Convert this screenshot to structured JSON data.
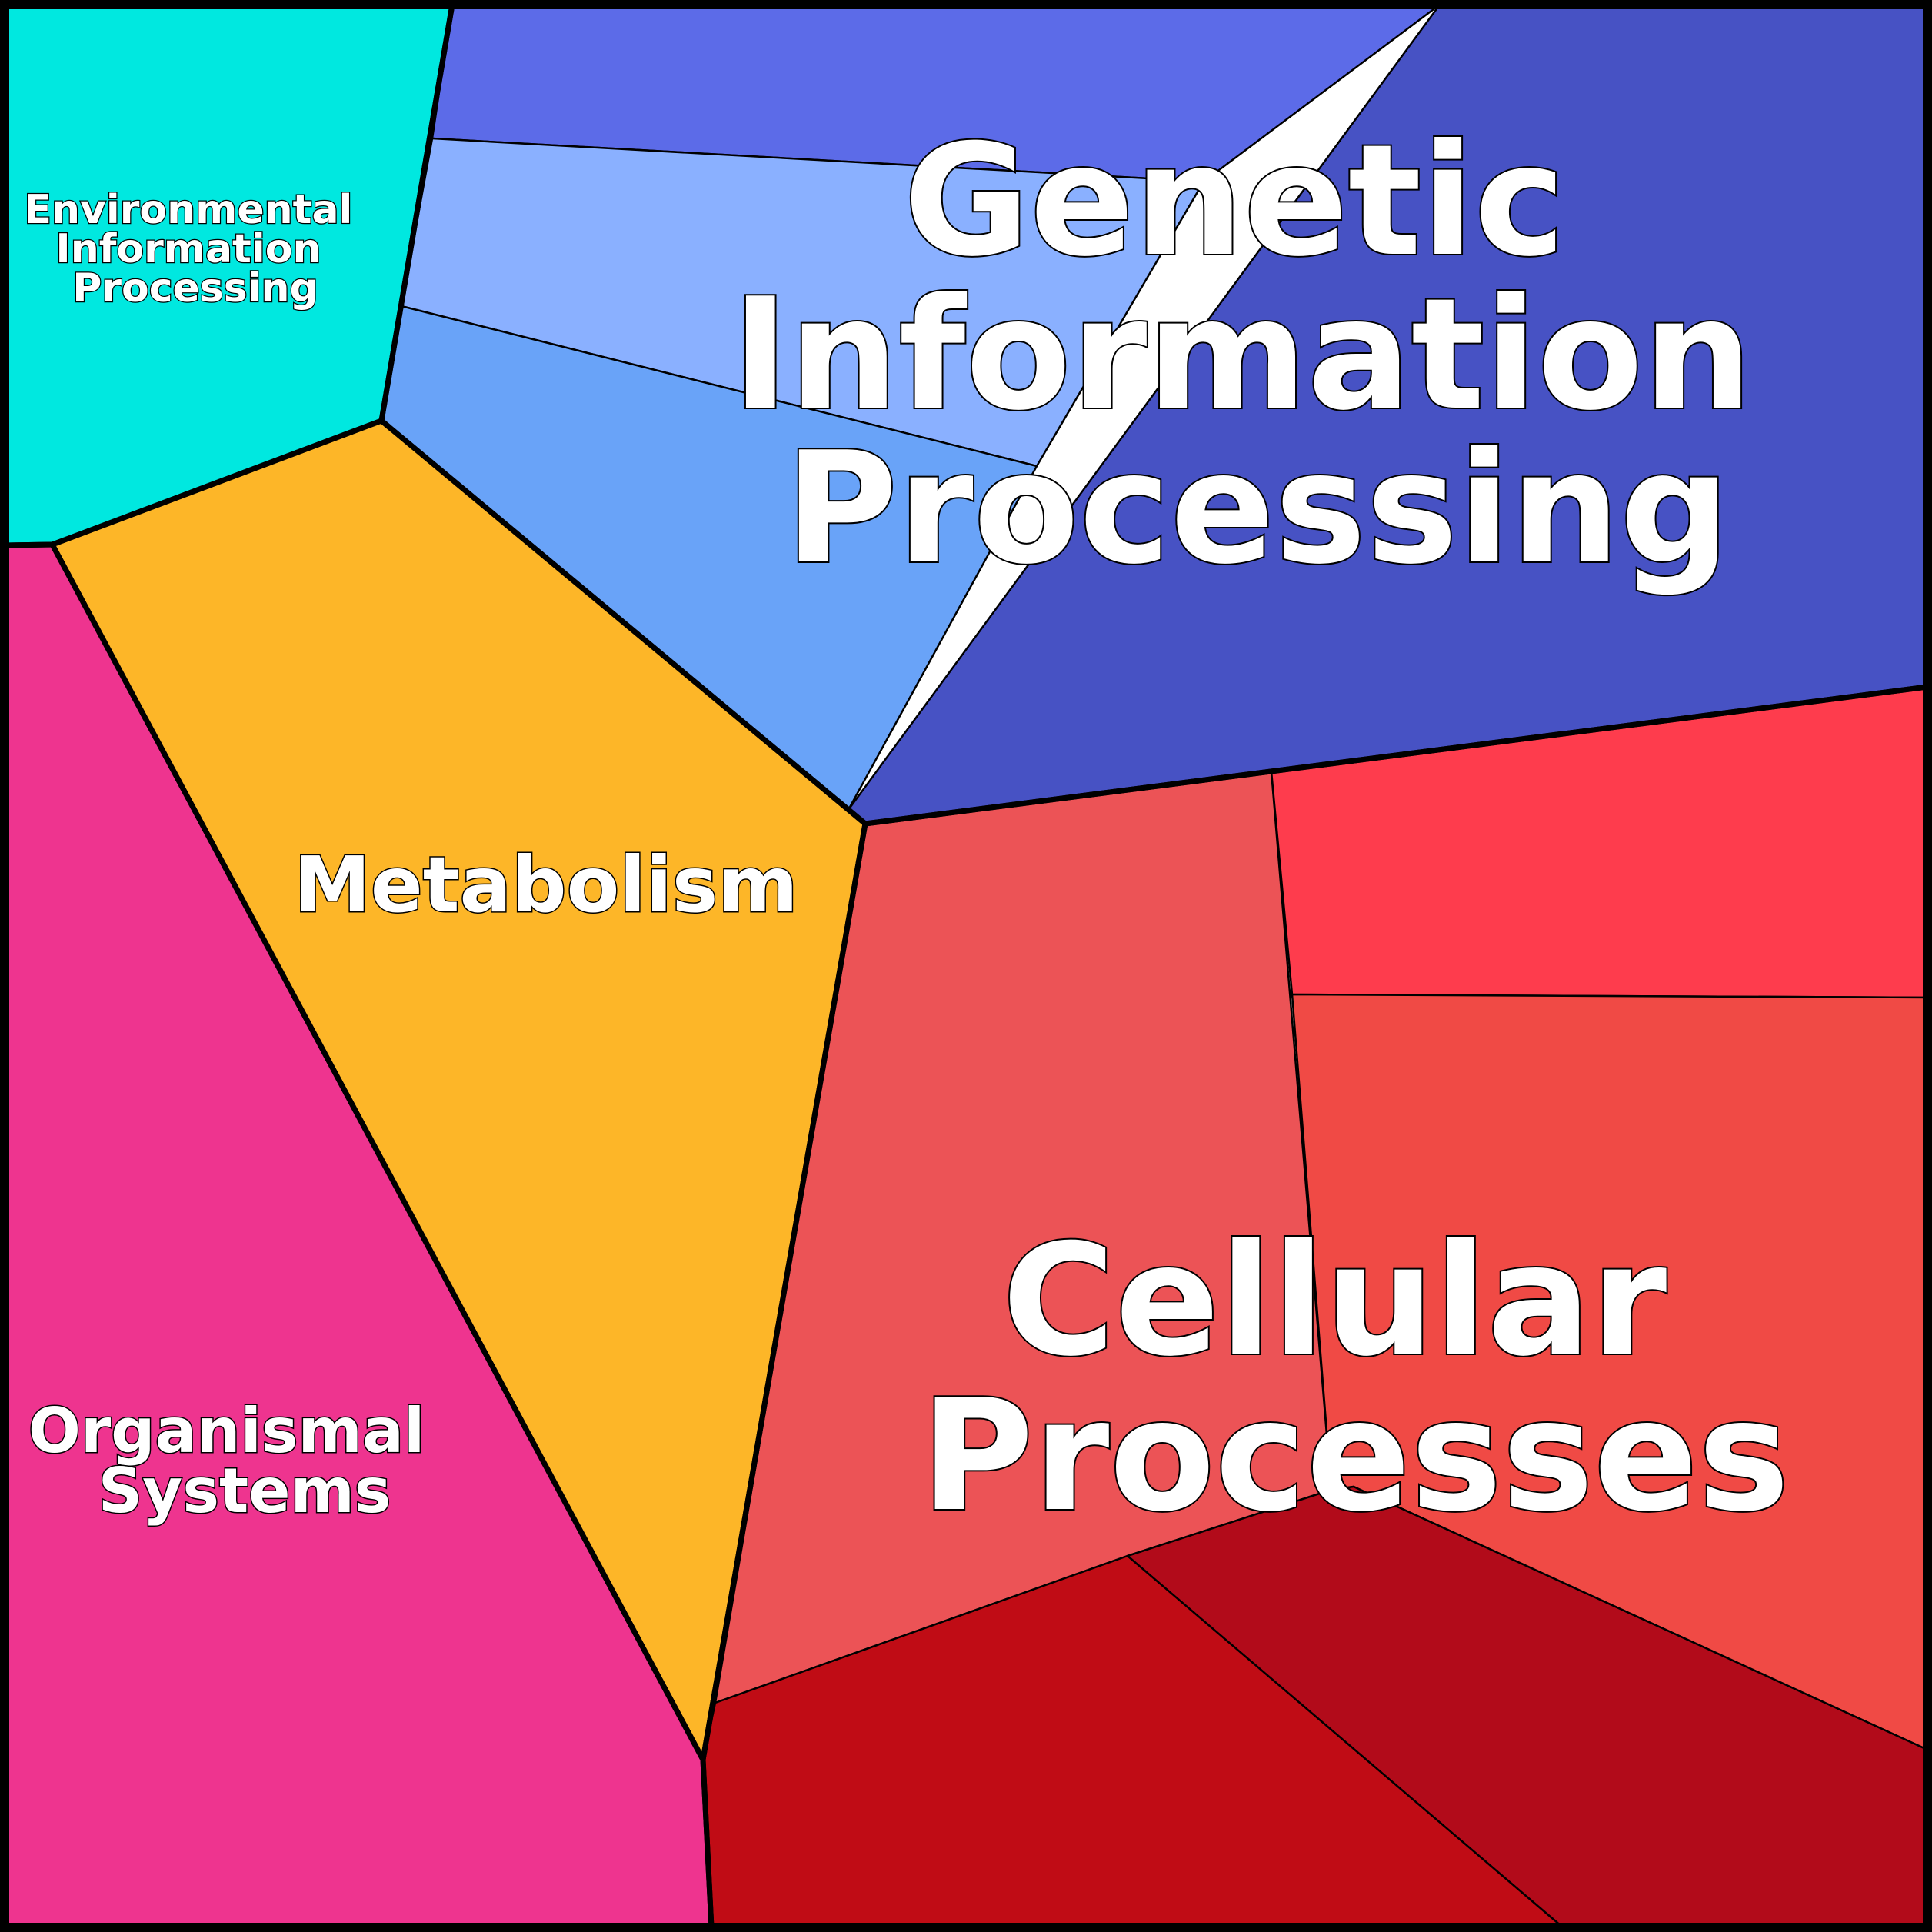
{
  "diagram": {
    "type": "voronoi-treemap",
    "categories": [
      {
        "name": "genetic",
        "label_lines": [
          "Genetic",
          "Information",
          "Processing"
        ],
        "color": "#4752c4",
        "subcells": [
          {
            "color": "#5c6be8"
          },
          {
            "color": "#8ab0ff"
          },
          {
            "color": "#69a3f8"
          },
          {
            "color": "#4752c4"
          }
        ]
      },
      {
        "name": "environmental",
        "label_lines": [
          "Environmental",
          "Information",
          "Processing"
        ],
        "color": "#00e8e0",
        "subcells": [
          {
            "color": "#00e8e0"
          }
        ]
      },
      {
        "name": "metabolism",
        "label_lines": [
          "Metabolism"
        ],
        "color": "#fdb628",
        "subcells": [
          {
            "color": "#fdb628"
          }
        ]
      },
      {
        "name": "organismal",
        "label_lines": [
          "Organismal",
          "Systems"
        ],
        "color": "#ee348f",
        "subcells": [
          {
            "color": "#ee348f"
          }
        ]
      },
      {
        "name": "cellular",
        "label_lines": [
          "Cellular",
          "Processes"
        ],
        "color": "#ec5356",
        "subcells": [
          {
            "color": "#ec5356"
          },
          {
            "color": "#fe3c4d"
          },
          {
            "color": "#f04a45"
          },
          {
            "color": "#b20b1a"
          },
          {
            "color": "#c00c15"
          }
        ]
      }
    ]
  }
}
